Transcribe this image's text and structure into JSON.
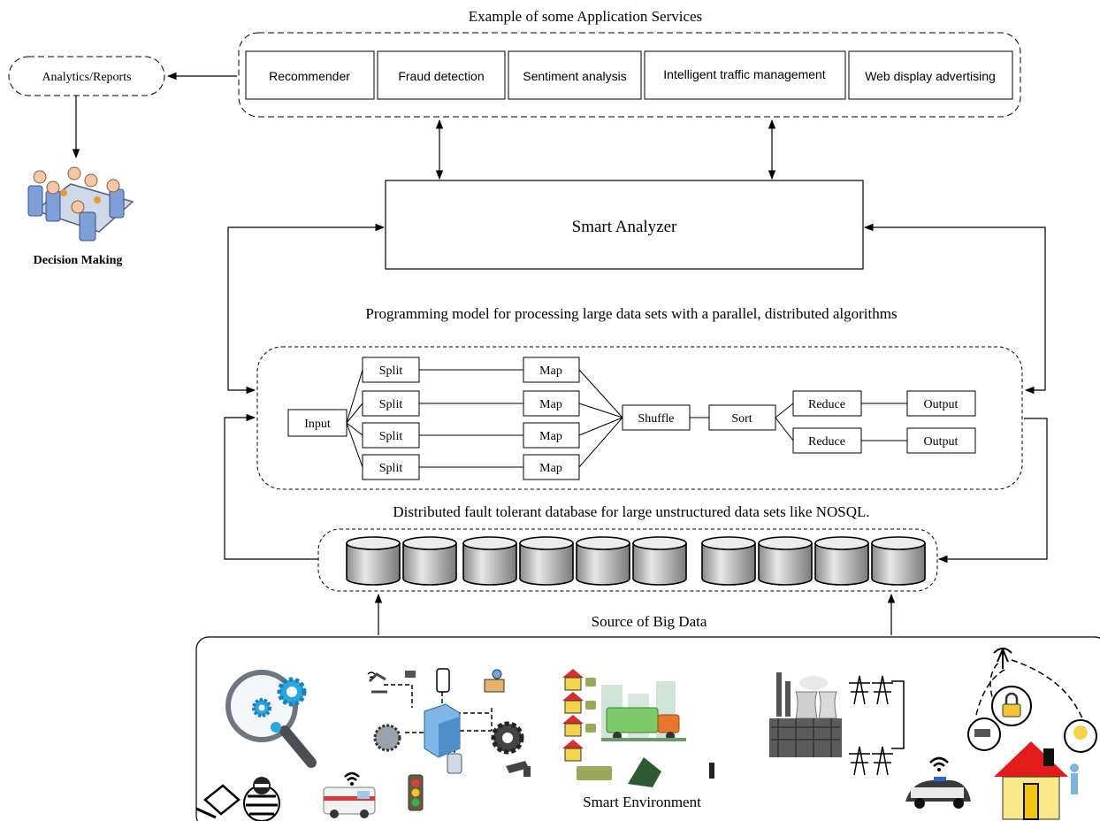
{
  "services": {
    "title": "Example of some Application Services",
    "items": [
      "Recommender",
      "Fraud detection",
      "Sentiment analysis",
      "Intelligent traffic management",
      "Web display advertising"
    ]
  },
  "analytics_label": "Analytics/Reports",
  "decision_label": "Decision Making",
  "analyzer_label": "Smart Analyzer",
  "programming_title": "Programming model for processing large data sets with a parallel, distributed algorithms",
  "mapreduce": {
    "input": "Input",
    "splits": [
      "Split",
      "Split",
      "Split",
      "Split"
    ],
    "maps": [
      "Map",
      "Map",
      "Map",
      "Map"
    ],
    "shuffle": "Shuffle",
    "sort": "Sort",
    "reduces": [
      "Reduce",
      "Reduce"
    ],
    "outputs": [
      "Output",
      "Output"
    ]
  },
  "database_title": "Distributed fault tolerant database for large unstructured  data sets like NOSQL.",
  "source_title": "Source of Big Data",
  "smart_environment_label": "Smart Environment"
}
